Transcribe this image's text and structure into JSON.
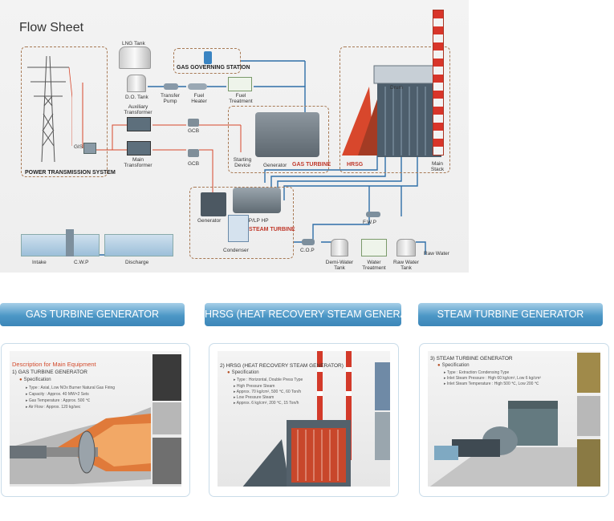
{
  "flow": {
    "title": "Flow Sheet",
    "sections": {
      "power_transmission": "POWER TRANSMISSION SYSTEM",
      "gas_governing": "GAS GOVERNING STATION",
      "gas_turbine": "GAS TURBINE",
      "hrsg": "HRSG",
      "steam_turbine": "STEAM TURBINE"
    },
    "labels": {
      "lng_tank": "LNG Tank",
      "do_tank": "D.O. Tank",
      "transfer_pump": "Transfer Pump",
      "fuel_heater": "Fuel Heater",
      "fuel_treatment": "Fuel Treatment",
      "aux_transformer": "Auxiliary Transformer",
      "main_transformer": "Main Transformer",
      "gcb_top": "GCB",
      "gcb_bottom": "GCB",
      "gis": "GIS",
      "starting_device": "Starting Device",
      "generator_gt": "Generator",
      "generator_st": "Generator",
      "ip_lp_hp": "IP/LP HP",
      "condenser": "Condenser",
      "main_stack": "Main Stack",
      "drum": "Drum",
      "fwp": "F.W.P",
      "cop": "C.O.P",
      "raw_water": "Raw Water",
      "demi_water_tank": "Demi-Water Tank",
      "water_treatment": "Water Treatment",
      "raw_water_tank": "Raw Water Tank",
      "intake": "Intake",
      "cwp": "C.W.P",
      "discharge": "Discharge"
    }
  },
  "cards": [
    {
      "tab": "GAS TURBINE GENERATOR",
      "heading": "Description for Main Equipment",
      "subtitle": "1) GAS TURBINE GENERATOR",
      "spec_label": "Specification",
      "items": [
        "Type : Axial, Low NOx Burner Natural Gas Firing",
        "Capacity : Approx. 40 MW×2 Sets",
        "Gas Temperature : Approx. 500 ℃",
        "Air Flow : Approx. 120 kg/sec"
      ]
    },
    {
      "tab": "HRSG (HEAT RECOVERY STEAM GENERATOR",
      "heading": "",
      "subtitle": "2) HRSG (HEAT RECOVERY STEAM GENERATOR)",
      "spec_label": "Specification",
      "items": [
        "Type : Horizontal, Double Press Type",
        "High Pressure Steam",
        "Approx. 70 kg/cm², 500 ℃, 60 Ton/h",
        "Low Pressure Steam",
        "Approx. 6 kg/cm², 200 ℃, 15 Ton/h"
      ]
    },
    {
      "tab": "STEAM TURBINE GENERATOR",
      "heading": "",
      "subtitle": "3) STEAM TURBINE GENERATOR",
      "spec_label": "Specification",
      "items": [
        "Type : Extraction Condensing Type",
        "Inlet Steam Pressure : High 60 kg/cm², Low 6 kg/cm²",
        "Inlet Steam Temperature : High 500 ℃, Low 200 ℃"
      ]
    }
  ],
  "colors": {
    "accent_red": "#c0392b",
    "tab_blue": "#4c97c6",
    "pipe_blue": "#2f6fa8",
    "pipe_red": "#d8472c"
  }
}
